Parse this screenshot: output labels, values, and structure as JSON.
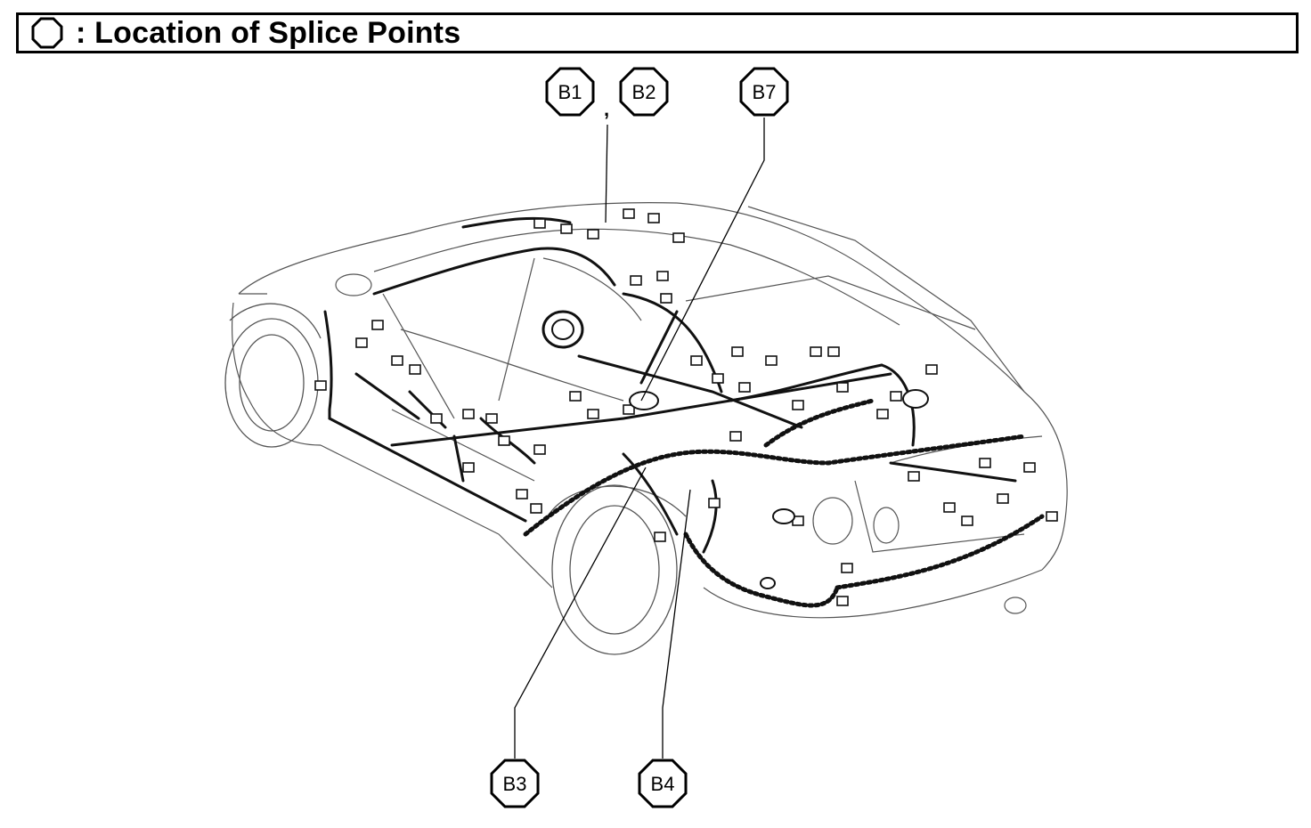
{
  "header": {
    "title": ": Location of Splice Points",
    "legend_icon": "octagon-icon"
  },
  "splice_points": [
    {
      "code": "B1"
    },
    {
      "code": "B2"
    },
    {
      "code": "B7"
    },
    {
      "code": "B3"
    },
    {
      "code": "B4"
    }
  ],
  "separator": ","
}
